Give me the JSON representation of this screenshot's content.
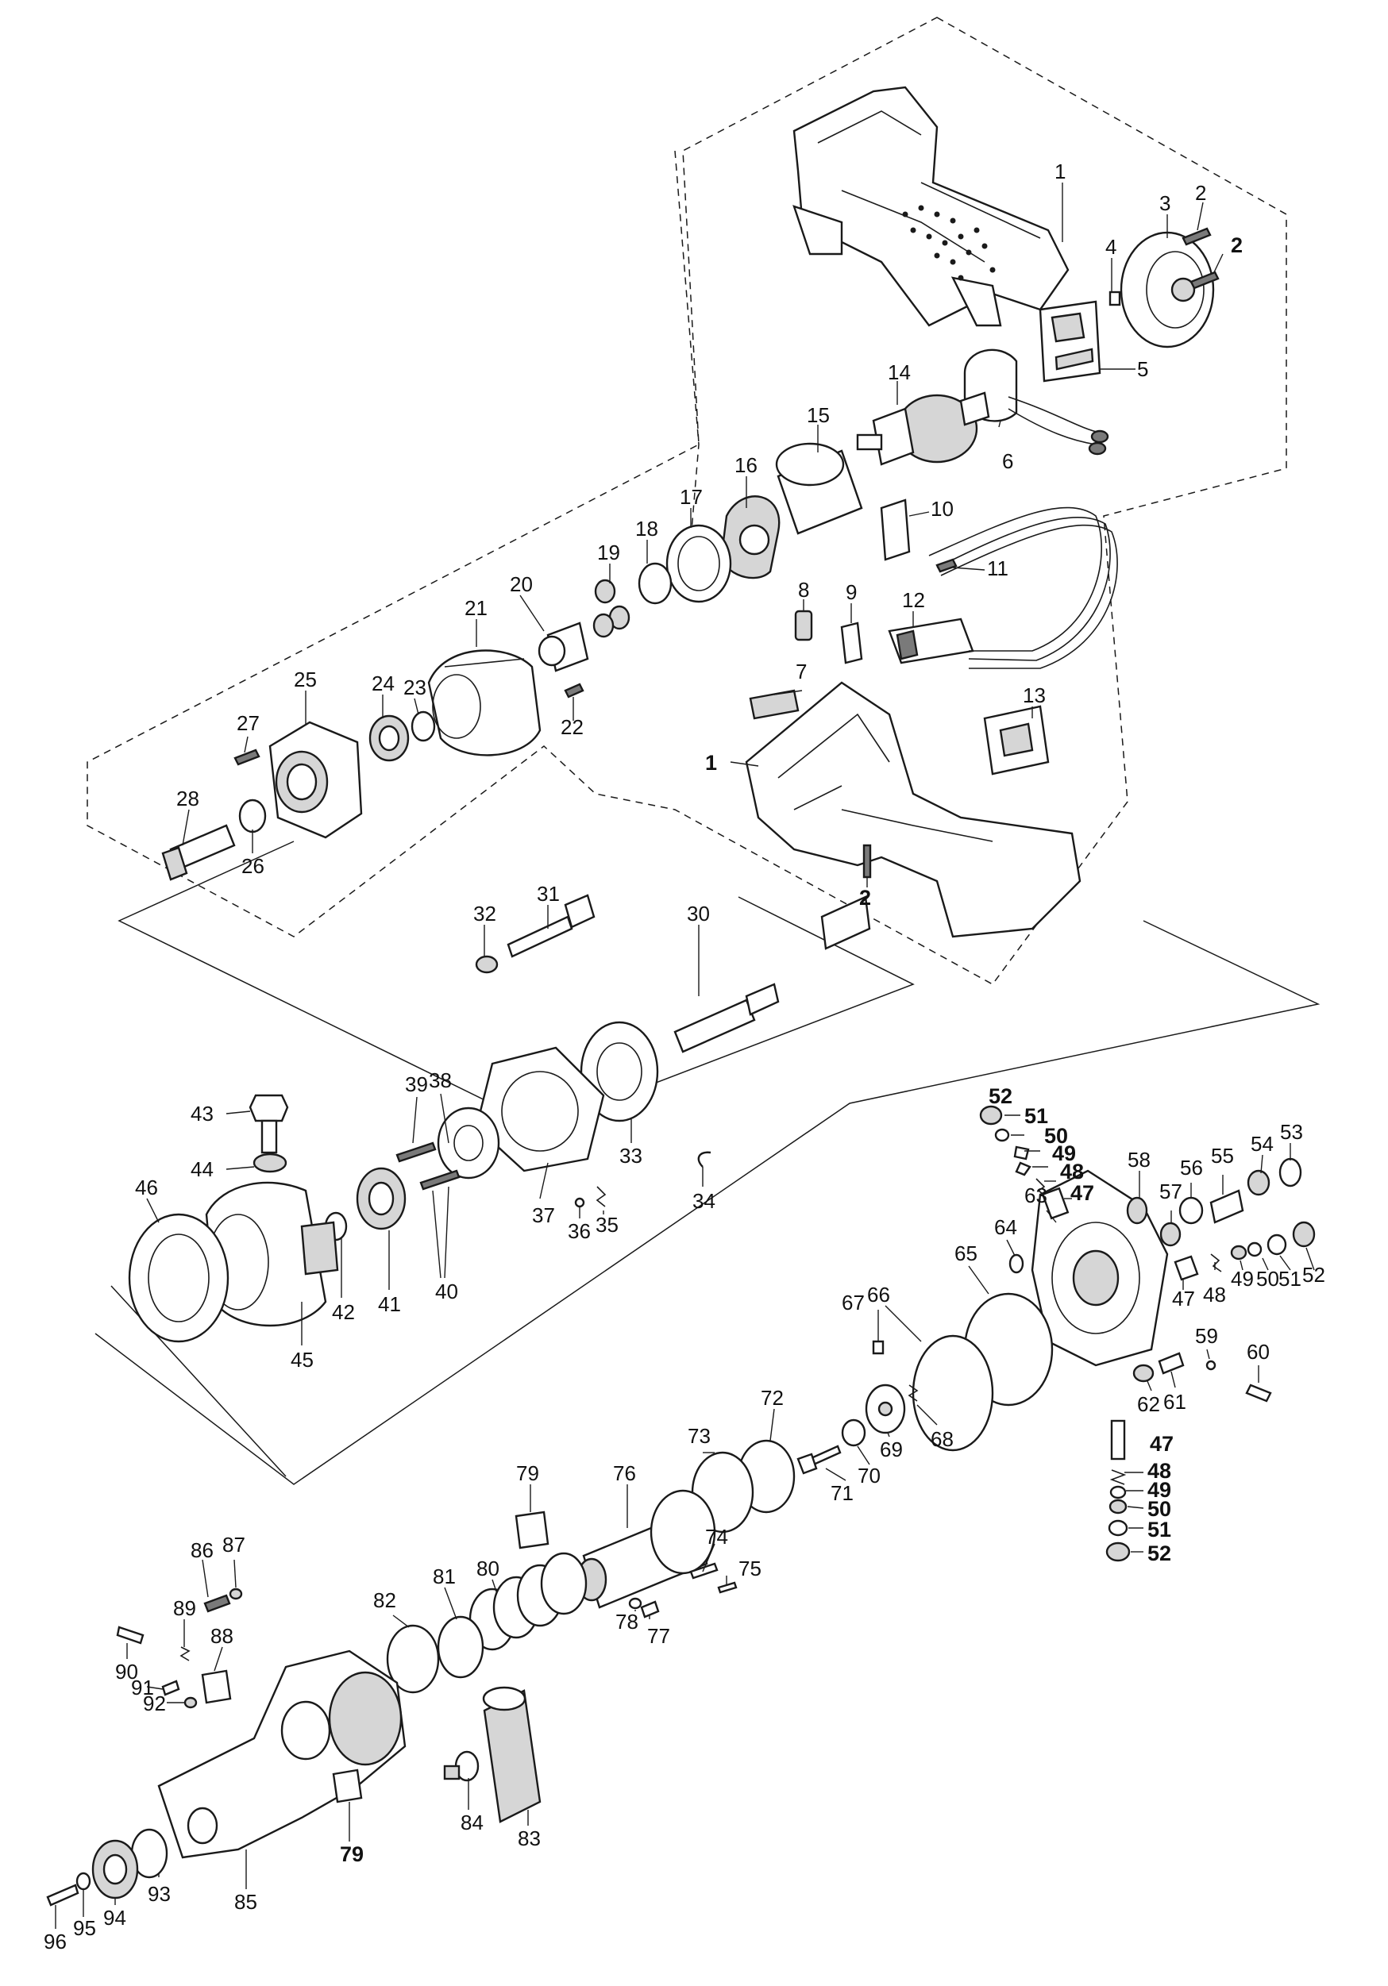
{
  "diagram": {
    "labels": [
      {
        "id": "1",
        "bold": false
      },
      {
        "id": "2",
        "bold": false
      },
      {
        "id": "2",
        "bold": true
      },
      {
        "id": "3",
        "bold": false
      },
      {
        "id": "4",
        "bold": false
      },
      {
        "id": "5",
        "bold": false
      },
      {
        "id": "6",
        "bold": false
      },
      {
        "id": "14",
        "bold": false
      },
      {
        "id": "15",
        "bold": false
      },
      {
        "id": "16",
        "bold": false
      },
      {
        "id": "10",
        "bold": false
      },
      {
        "id": "11",
        "bold": false
      },
      {
        "id": "17",
        "bold": false
      },
      {
        "id": "18",
        "bold": false
      },
      {
        "id": "19",
        "bold": false
      },
      {
        "id": "20",
        "bold": false
      },
      {
        "id": "21",
        "bold": false
      },
      {
        "id": "8",
        "bold": false
      },
      {
        "id": "9",
        "bold": false
      },
      {
        "id": "12",
        "bold": false
      },
      {
        "id": "7",
        "bold": false
      },
      {
        "id": "13",
        "bold": false
      },
      {
        "id": "1",
        "bold": true
      },
      {
        "id": "2",
        "bold": true
      },
      {
        "id": "25",
        "bold": false
      },
      {
        "id": "24",
        "bold": false
      },
      {
        "id": "23",
        "bold": false
      },
      {
        "id": "22",
        "bold": false
      },
      {
        "id": "27",
        "bold": false
      },
      {
        "id": "28",
        "bold": false
      },
      {
        "id": "26",
        "bold": false
      },
      {
        "id": "32",
        "bold": false
      },
      {
        "id": "31",
        "bold": false
      },
      {
        "id": "30",
        "bold": false
      },
      {
        "id": "39",
        "bold": false
      },
      {
        "id": "38",
        "bold": false
      },
      {
        "id": "43",
        "bold": false
      },
      {
        "id": "44",
        "bold": false
      },
      {
        "id": "37",
        "bold": false
      },
      {
        "id": "33",
        "bold": false
      },
      {
        "id": "34",
        "bold": false
      },
      {
        "id": "36",
        "bold": false
      },
      {
        "id": "35",
        "bold": false
      },
      {
        "id": "46",
        "bold": false
      },
      {
        "id": "42",
        "bold": false
      },
      {
        "id": "41",
        "bold": false
      },
      {
        "id": "40",
        "bold": false
      },
      {
        "id": "45",
        "bold": false
      },
      {
        "id": "52",
        "bold": true
      },
      {
        "id": "51",
        "bold": true
      },
      {
        "id": "50",
        "bold": true
      },
      {
        "id": "49",
        "bold": true
      },
      {
        "id": "48",
        "bold": true
      },
      {
        "id": "47",
        "bold": true
      },
      {
        "id": "58",
        "bold": false
      },
      {
        "id": "56",
        "bold": false
      },
      {
        "id": "55",
        "bold": false
      },
      {
        "id": "54",
        "bold": false
      },
      {
        "id": "53",
        "bold": false
      },
      {
        "id": "63",
        "bold": false
      },
      {
        "id": "57",
        "bold": false
      },
      {
        "id": "64",
        "bold": false
      },
      {
        "id": "65",
        "bold": false
      },
      {
        "id": "47",
        "bold": false
      },
      {
        "id": "48",
        "bold": false
      },
      {
        "id": "49",
        "bold": false
      },
      {
        "id": "50",
        "bold": false
      },
      {
        "id": "51",
        "bold": false
      },
      {
        "id": "52",
        "bold": false
      },
      {
        "id": "67",
        "bold": false
      },
      {
        "id": "66",
        "bold": false
      },
      {
        "id": "59",
        "bold": false
      },
      {
        "id": "60",
        "bold": false
      },
      {
        "id": "61",
        "bold": false
      },
      {
        "id": "62",
        "bold": false
      },
      {
        "id": "68",
        "bold": false
      },
      {
        "id": "69",
        "bold": false
      },
      {
        "id": "72",
        "bold": false
      },
      {
        "id": "70",
        "bold": false
      },
      {
        "id": "71",
        "bold": false
      },
      {
        "id": "73",
        "bold": false
      },
      {
        "id": "47",
        "bold": true
      },
      {
        "id": "48",
        "bold": true
      },
      {
        "id": "49",
        "bold": true
      },
      {
        "id": "50",
        "bold": true
      },
      {
        "id": "51",
        "bold": true
      },
      {
        "id": "52",
        "bold": true
      },
      {
        "id": "79",
        "bold": false
      },
      {
        "id": "76",
        "bold": false
      },
      {
        "id": "74",
        "bold": false
      },
      {
        "id": "75",
        "bold": false
      },
      {
        "id": "78",
        "bold": false
      },
      {
        "id": "77",
        "bold": false
      },
      {
        "id": "86",
        "bold": false
      },
      {
        "id": "87",
        "bold": false
      },
      {
        "id": "82",
        "bold": false
      },
      {
        "id": "81",
        "bold": false
      },
      {
        "id": "80",
        "bold": false
      },
      {
        "id": "89",
        "bold": false
      },
      {
        "id": "88",
        "bold": false
      },
      {
        "id": "90",
        "bold": false
      },
      {
        "id": "91",
        "bold": false
      },
      {
        "id": "92",
        "bold": false
      },
      {
        "id": "83",
        "bold": false
      },
      {
        "id": "84",
        "bold": false
      },
      {
        "id": "93",
        "bold": false
      },
      {
        "id": "85",
        "bold": false
      },
      {
        "id": "79",
        "bold": true
      },
      {
        "id": "94",
        "bold": false
      },
      {
        "id": "95",
        "bold": false
      },
      {
        "id": "96",
        "bold": false
      }
    ]
  }
}
